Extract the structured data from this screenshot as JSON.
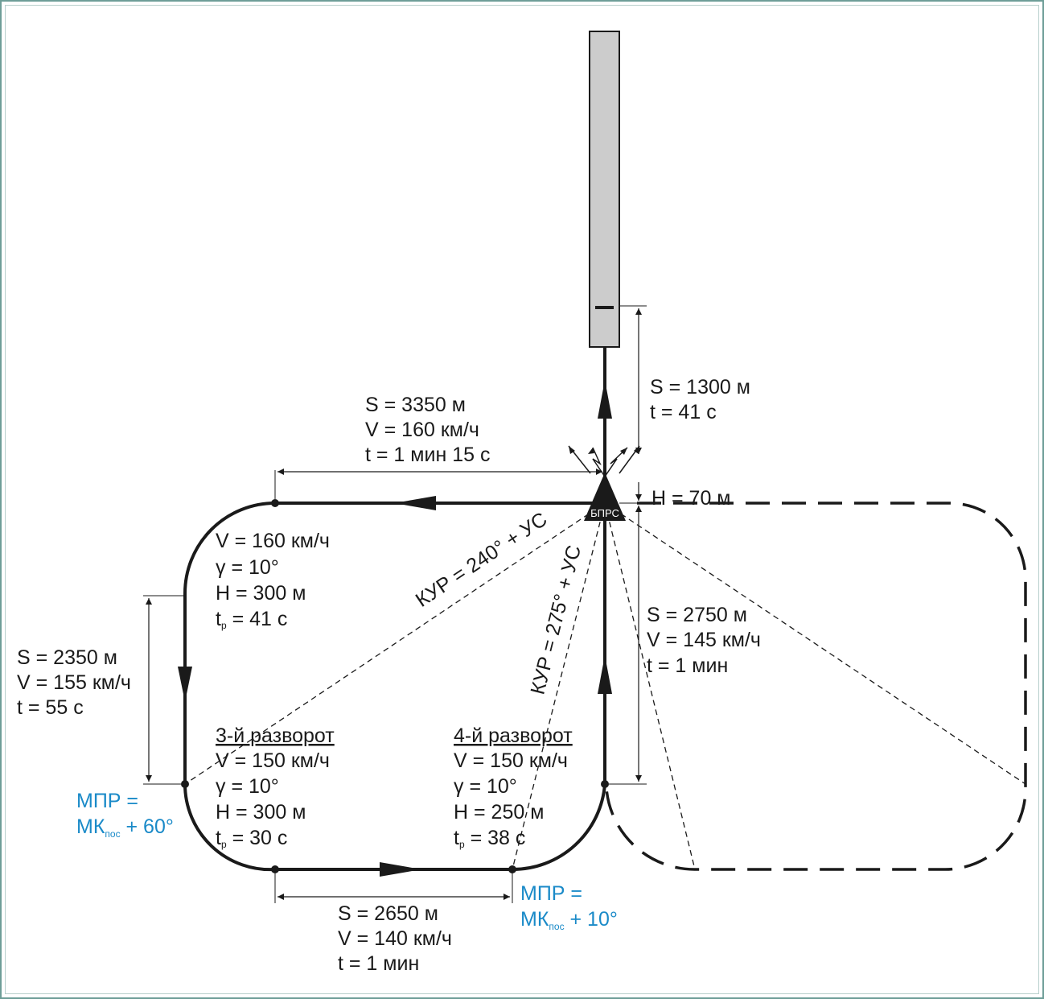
{
  "runway_segment": {
    "s": "S = 1300 м",
    "t": "t = 41 с"
  },
  "h_label": "H = 70 м",
  "bprs_label": "БПРС",
  "downwind": {
    "s": "S = 3350 м",
    "v": "V = 160 км/ч",
    "t": "t = 1 мин 15 с"
  },
  "turn2": {
    "v": "V = 160 км/ч",
    "gamma": "γ = 10°",
    "h": "H = 300 м",
    "tr_prefix": "t",
    "tr_sub": "р",
    "tr_value": " = 41 с"
  },
  "left_leg": {
    "s": "S = 2350 м",
    "v": "V = 155 км/ч",
    "t": "t = 55 с"
  },
  "turn3": {
    "title": "3-й разворот",
    "v": "V = 150 км/ч",
    "gamma": "γ = 10°",
    "h": "H = 300 м",
    "tr_prefix": "t",
    "tr_sub": "р",
    "tr_value": " = 30 с"
  },
  "turn4": {
    "title": "4-й разворот",
    "v": "V = 150 км/ч",
    "gamma": "γ = 10°",
    "h": "H = 250 м",
    "tr_prefix": "t",
    "tr_sub": "р",
    "tr_value": " = 38 с"
  },
  "final_leg": {
    "s": "S = 2750 м",
    "v": "V = 145 км/ч",
    "t": "t = 1 мин"
  },
  "base_leg": {
    "s": "S = 2650 м",
    "v": "V = 140 км/ч",
    "t": "t = 1 мин"
  },
  "kur1": "КУР = 240° + УС",
  "kur2": "КУР = 275° + УС",
  "mpr3": {
    "line1": "МПР =",
    "mk": "МК",
    "sub": "пос",
    "rest": " + 60°"
  },
  "mpr4": {
    "line1": "МПР =",
    "mk": "МК",
    "sub": "пос",
    "rest": " + 10°"
  },
  "colors": {
    "annotation_blue": "#1a8ac8",
    "runway_fill": "#cccccc",
    "border": "#6e9e98"
  }
}
